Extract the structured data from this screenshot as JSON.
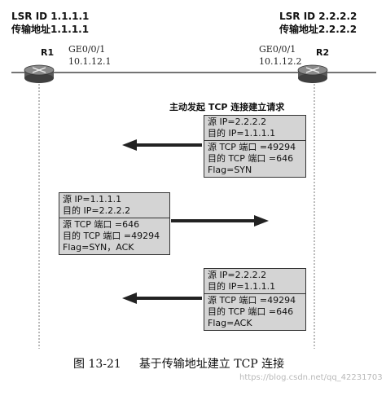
{
  "r1": {
    "lsr_id": "LSR ID 1.1.1.1",
    "transport_addr": "传输地址1.1.1.1",
    "name": "R1",
    "interface": "GE0/0/1",
    "ip": "10.1.12.1"
  },
  "r2": {
    "lsr_id": "LSR ID 2.2.2.2",
    "transport_addr": "传输地址2.2.2.2",
    "name": "R2",
    "interface": "GE0/0/1",
    "ip": "10.1.12.2"
  },
  "initiate_label": "主动发起 TCP 连接建立请求",
  "messages": [
    {
      "ip_lines": [
        "源 IP=2.2.2.2",
        "目的 IP=1.1.1.1"
      ],
      "tcp_lines": [
        "源 TCP 端口 =49294",
        "目的 TCP 端口 =646",
        "Flag=SYN"
      ],
      "direction": "left"
    },
    {
      "ip_lines": [
        "源 IP=1.1.1.1",
        "目的 IP=2.2.2.2"
      ],
      "tcp_lines": [
        "源 TCP 端口 =646",
        "目的 TCP 端口 =49294",
        "Flag=SYN，ACK"
      ],
      "direction": "right"
    },
    {
      "ip_lines": [
        "源 IP=2.2.2.2",
        "目的 IP=1.1.1.1"
      ],
      "tcp_lines": [
        "源 TCP 端口 =49294",
        "目的 TCP 端口 =646",
        "Flag=ACK"
      ],
      "direction": "left"
    }
  ],
  "caption": {
    "figure_no": "图 13-21",
    "title": "基于传输地址建立 TCP 连接"
  },
  "watermark": "https://blog.csdn.net/qq_42231703",
  "colors": {
    "box_fill": "#d4d4d4",
    "line": "#333333",
    "router": "#555555"
  }
}
